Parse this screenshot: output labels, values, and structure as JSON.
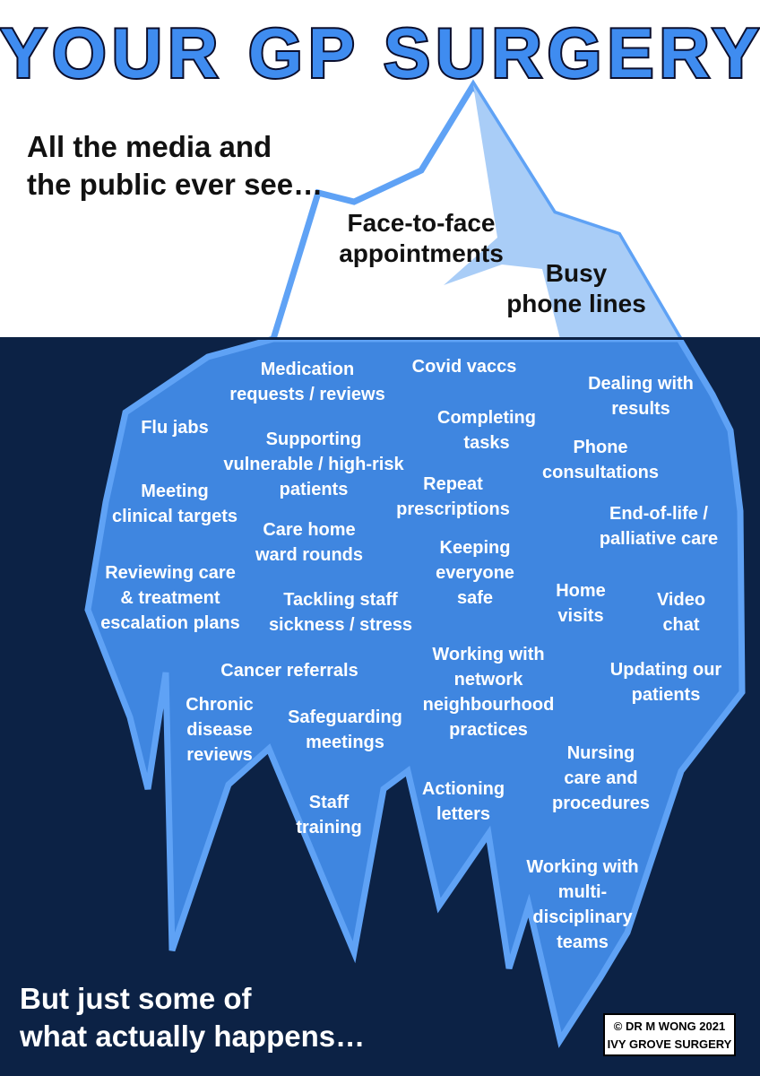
{
  "title": "YOUR GP SURGERY",
  "top_caption": [
    "All the media and",
    "the public ever see…"
  ],
  "above_water": {
    "face_to_face": [
      "Face-to-face",
      "appointments"
    ],
    "phone_lines": [
      "Busy",
      "phone lines"
    ]
  },
  "below_water_items": [
    [
      "Medication",
      "requests / reviews"
    ],
    [
      "Covid vaccs"
    ],
    [
      "Dealing with",
      "results"
    ],
    [
      "Flu jabs"
    ],
    [
      "Completing",
      "tasks"
    ],
    [
      "Supporting",
      "vulnerable / high-risk",
      "patients"
    ],
    [
      "Phone",
      "consultations"
    ],
    [
      "Meeting",
      "clinical targets"
    ],
    [
      "Repeat",
      "prescriptions"
    ],
    [
      "End-of-life /",
      "palliative care"
    ],
    [
      "Care home",
      "ward rounds"
    ],
    [
      "Keeping",
      "everyone",
      "safe"
    ],
    [
      "Reviewing care",
      "& treatment",
      "escalation plans"
    ],
    [
      "Tackling staff",
      "sickness / stress"
    ],
    [
      "Home",
      "visits"
    ],
    [
      "Video",
      "chat"
    ],
    [
      "Working with",
      "network",
      "neighbourhood",
      "practices"
    ],
    [
      "Cancer referrals"
    ],
    [
      "Updating our",
      "patients"
    ],
    [
      "Chronic",
      "disease",
      "reviews"
    ],
    [
      "Safeguarding",
      "meetings"
    ],
    [
      "Nursing",
      "care and",
      "procedures"
    ],
    [
      "Staff",
      "training"
    ],
    [
      "Actioning",
      "letters"
    ],
    [
      "Working with",
      "multi-",
      "disciplinary",
      "teams"
    ]
  ],
  "bottom_caption": [
    "But just some of",
    "what actually happens…"
  ],
  "credit": [
    "© DR M WONG 2021",
    "IVY GROVE SURGERY"
  ],
  "colors": {
    "sea": "#0c2245",
    "iceberg_underwater": "#3f86e0",
    "iceberg_outline": "#5fa2f5",
    "iceberg_shade": "#a9cdf7",
    "title_fill": "#3f8cf0"
  }
}
